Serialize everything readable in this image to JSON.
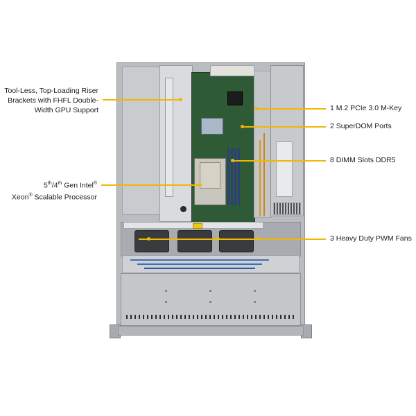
{
  "callouts": {
    "riser": "Tool-Less, Top-Loading Riser Brackets with FHFL Double-Width GPU Support",
    "riser_lines": [
      "Tool-Less, Top-Loading Riser",
      "Brackets with FHFL Double-",
      "Width GPU Support"
    ],
    "cpu_line1_pre": "5",
    "cpu_line1_sup1": "th",
    "cpu_line1_mid": "/4",
    "cpu_line1_sup2": "th",
    "cpu_line1_post": " Gen Intel",
    "cpu_line1_reg": "®",
    "cpu_line2_pre": "Xeon",
    "cpu_line2_reg": "®",
    "cpu_line2_post": " Scalable Processor",
    "m2": "1 M.2 PCIe 3.0 M-Key",
    "superdom": "2 SuperDOM Ports",
    "dimm": "8 DIMM Slots DDR5",
    "fans": "3 Heavy Duty PWM Fans"
  },
  "colors": {
    "leader": "#f2b705",
    "pcb": "#2f5a36",
    "dimm": "#2c3f7a"
  }
}
